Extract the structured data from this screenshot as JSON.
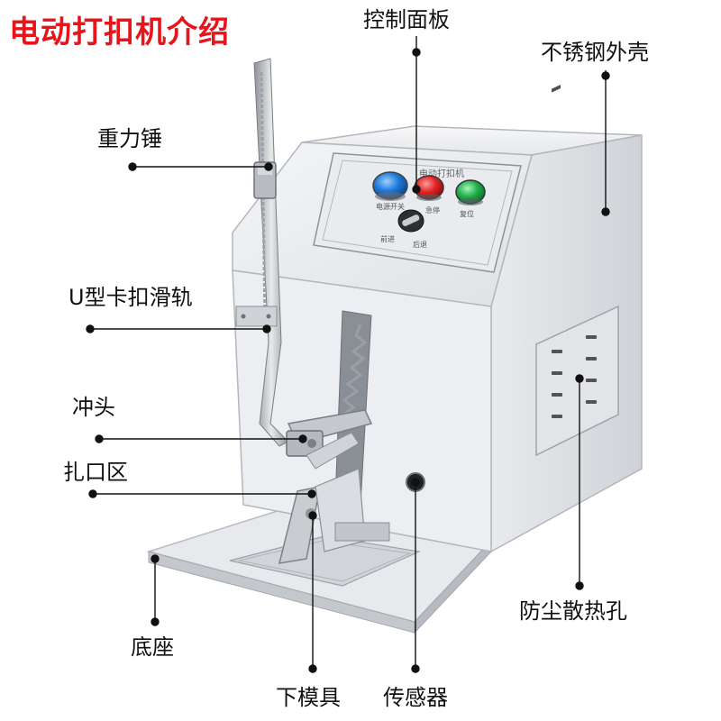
{
  "title": "电动打扣机介绍",
  "panel_text": {
    "top_label": "电动打扣机",
    "btn1": "电源开关",
    "btn2": "急停",
    "btn3": "复位",
    "knob_left": "前进",
    "knob_right": "后退"
  },
  "labels": {
    "control_panel": "控制面板",
    "steel_shell": "不锈钢外壳",
    "gravity_hammer": "重力锤",
    "u_rail": "U型卡扣滑轨",
    "punch": "冲头",
    "buckle_zone": "扎口区",
    "base": "底座",
    "lower_die": "下模具",
    "sensor": "传感器",
    "vent_holes": "防尘散热孔"
  },
  "colors": {
    "title": "#e8141b",
    "btn_blue": "#1e78d8",
    "btn_red": "#e02424",
    "btn_green": "#1fb04a",
    "steel_light": "#f1f2f4",
    "steel_mid": "#d7d9dd",
    "steel_dark": "#a9adb3"
  }
}
